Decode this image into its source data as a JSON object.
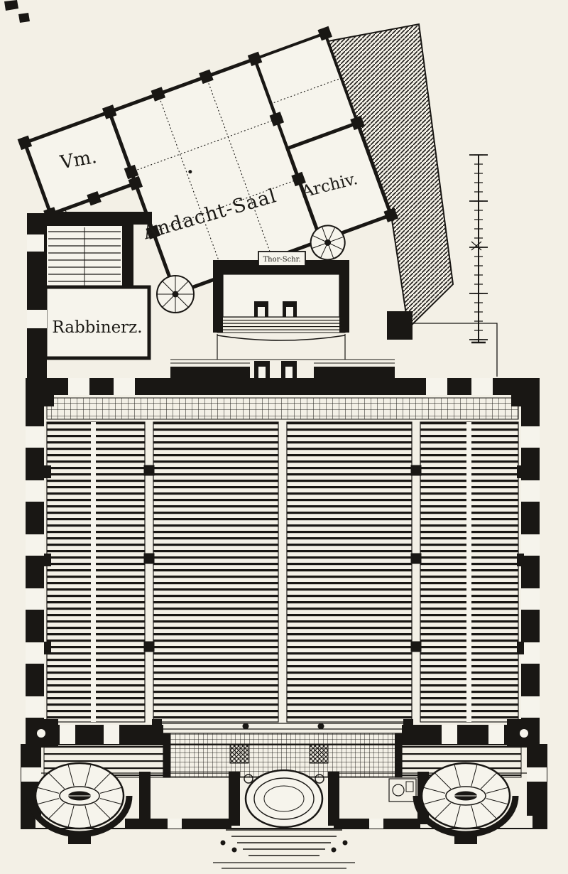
{
  "labels": {
    "vestibule_room": "Vm.",
    "prayer_hall": "Andacht-Saal",
    "archive": "Archiv.",
    "rabbi_room": "Rabbinerz.",
    "torah_ark": "Thor-Schr."
  },
  "colors": {
    "paper": "#f3f0e6",
    "ink": "#191714"
  }
}
